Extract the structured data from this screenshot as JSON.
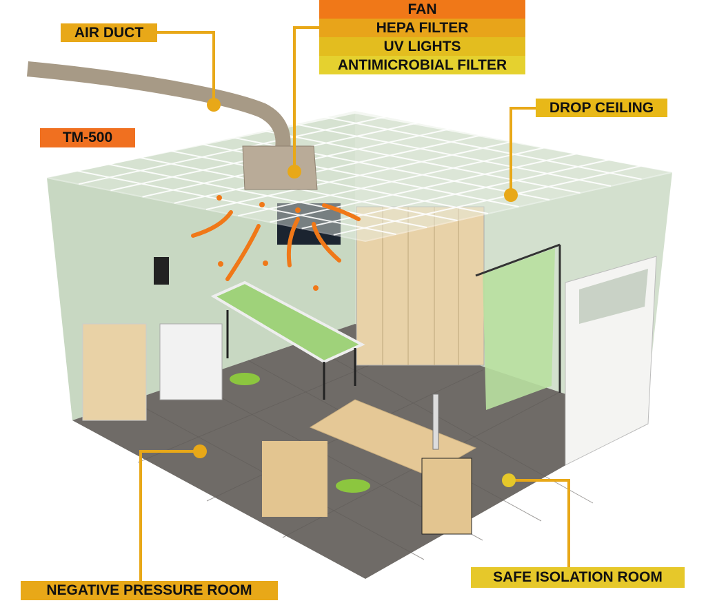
{
  "labels": {
    "air_duct": "AIR DUCT",
    "tm500": "TM-500",
    "drop_ceiling": "DROP CEILING",
    "negative_pressure_room": "NEGATIVE PRESSURE ROOM",
    "safe_isolation_room": "SAFE ISOLATION ROOM"
  },
  "unit_stack": [
    {
      "label": "FAN",
      "color": "#F07818"
    },
    {
      "label": "HEPA FILTER",
      "color": "#E8A41A"
    },
    {
      "label": "UV LIGHTS",
      "color": "#E3BD1F"
    },
    {
      "label": "ANTIMICROBIAL FILTER",
      "color": "#E5D12F"
    }
  ],
  "colors": {
    "label_gold": "#E8A818",
    "label_orange": "#F07020",
    "label_yellow": "#E6C82A",
    "wall": "#C9D9C4",
    "floor": "#6E6A66"
  }
}
